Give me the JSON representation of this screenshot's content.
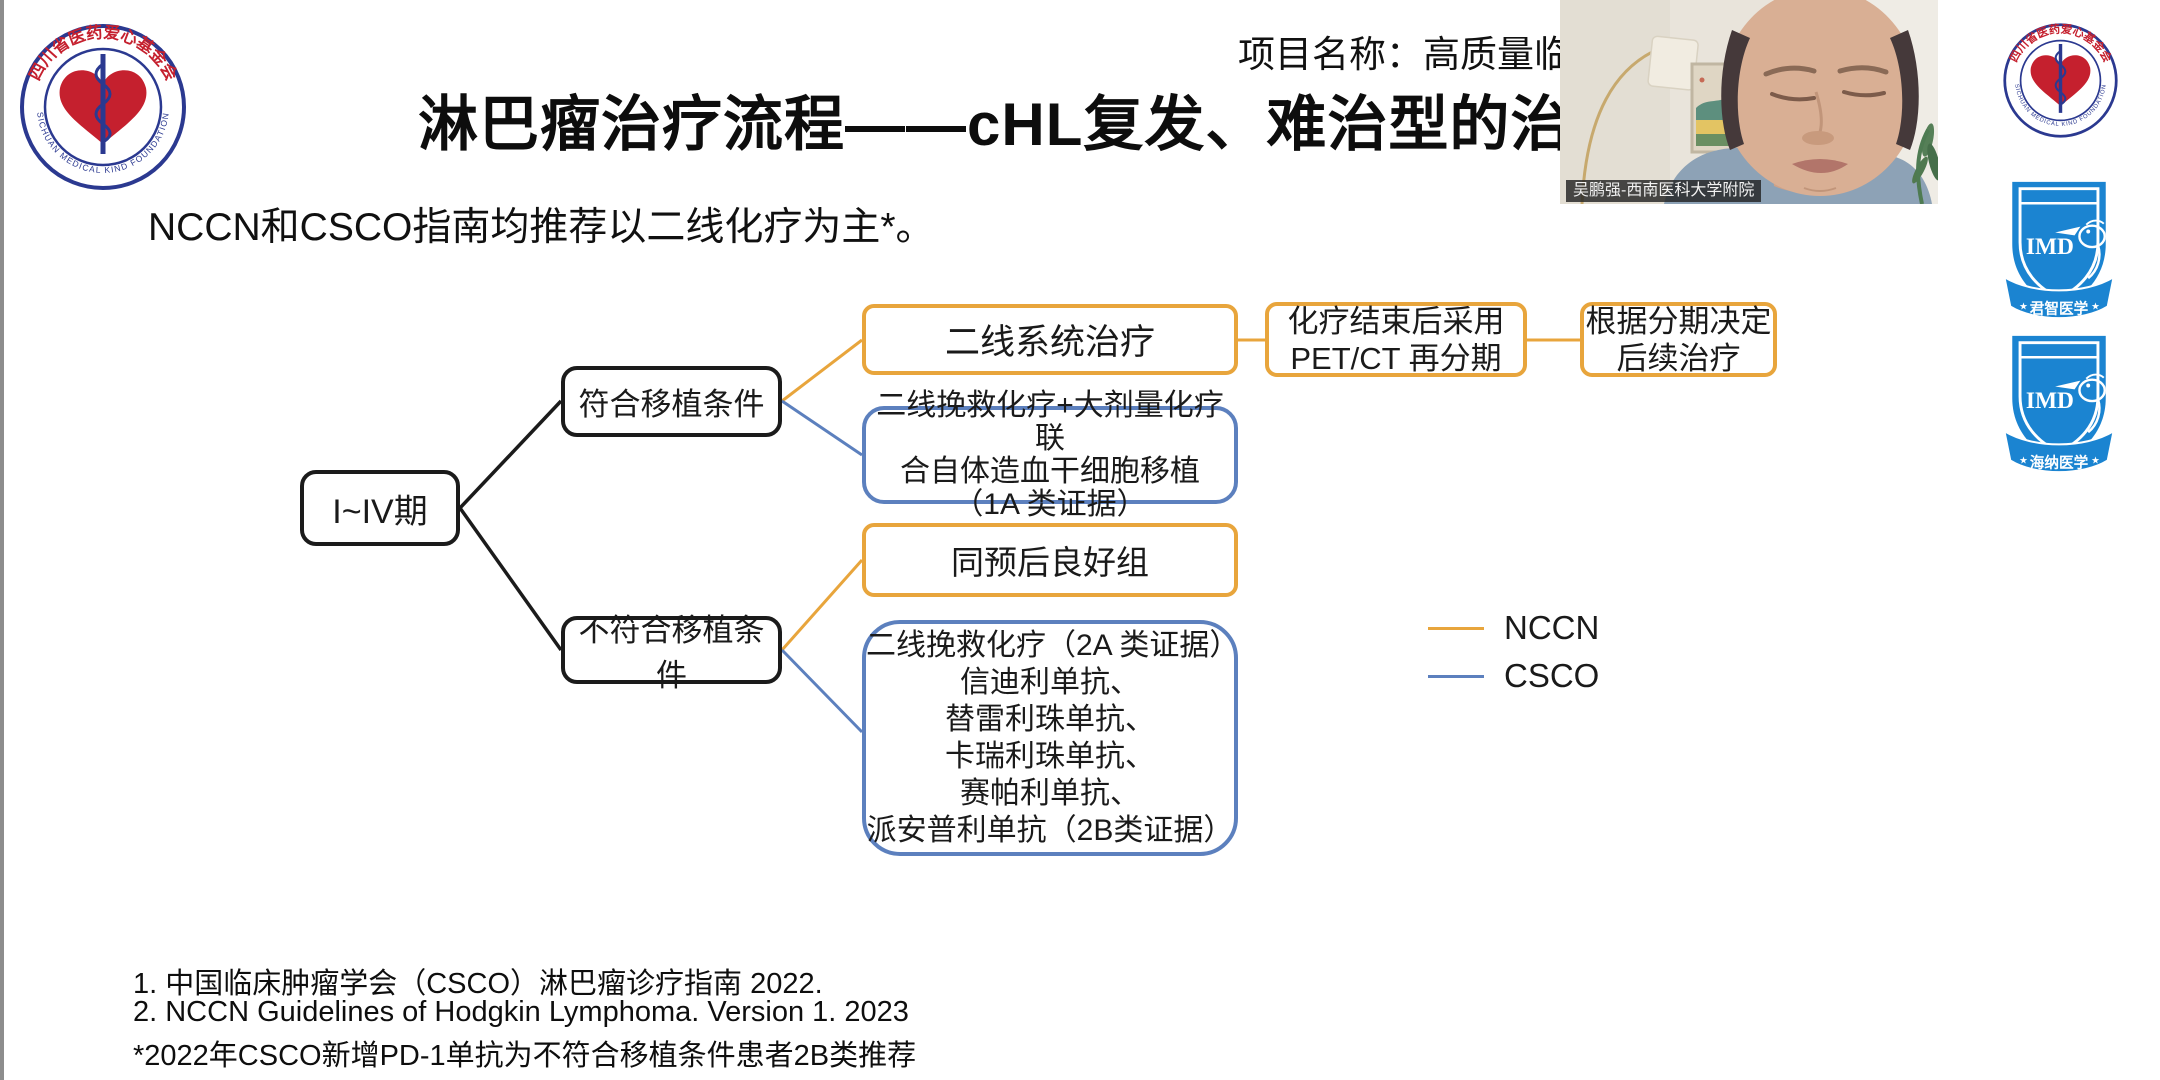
{
  "header": {
    "title": "淋巴瘤治疗流程——cHL复发、难治型的治疗",
    "project_label": "项目名称：高质量临床"
  },
  "slide": {
    "subtitle": "NCCN和CSCO指南均推荐以二线化疗为主*。",
    "footnotes": [
      "1.  中国临床肿瘤学会（CSCO）淋巴瘤诊疗指南 2022.",
      "2.  NCCN Guidelines of Hodgkin Lymphoma. Version 1. 2023",
      "*2022年CSCO新增PD-1单抗为不符合移植条件患者2B类推荐"
    ]
  },
  "flowchart": {
    "nodes": {
      "stage": {
        "label": "I~IV期"
      },
      "transplant_eligible": {
        "label": "符合移植条件"
      },
      "transplant_ineligible": {
        "label": "不符合移植条件"
      },
      "second_line_systemic": {
        "label": "二线系统治疗"
      },
      "pet_restage": {
        "lines": [
          "化疗结束后采用",
          "PET/CT 再分期"
        ]
      },
      "followup_by_stage": {
        "lines": [
          "根据分期决定",
          "后续治疗"
        ]
      },
      "salvage_asct": {
        "lines": [
          "二线挽救化疗+大剂量化疗联",
          "合自体造血干细胞移植",
          "（1A 类证据）"
        ]
      },
      "good_prognosis": {
        "label": "同预后良好组"
      },
      "salvage_pd1": {
        "lines": [
          "二线挽救化疗（2A 类证据）",
          "信迪利单抗、",
          "替雷利珠单抗、",
          "卡瑞利珠单抗、",
          "赛帕利单抗、",
          "派安普利单抗（2B类证据）"
        ]
      }
    },
    "colors": {
      "nccn_orange": "#E8A53C",
      "csco_blue": "#5C80BE",
      "neutral_black": "#1b1b1b"
    },
    "legend": [
      {
        "label": "NCCN",
        "color": "#E8A53C"
      },
      {
        "label": "CSCO",
        "color": "#5C80BE"
      }
    ]
  },
  "webcam": {
    "name_label": "吴鹏强-西南医科大学附院"
  },
  "logos": {
    "foundation": {
      "top_text": "四川省医药爱心基金会",
      "bottom_text": "SICHUAN MEDICAL KIND FOUNDATION"
    },
    "imd_badges": [
      {
        "acronym": "IMD",
        "ribbon_label": "君智医学",
        "star": "★"
      },
      {
        "acronym": "IMD",
        "ribbon_label": "海纳医学",
        "star": "★"
      }
    ]
  }
}
